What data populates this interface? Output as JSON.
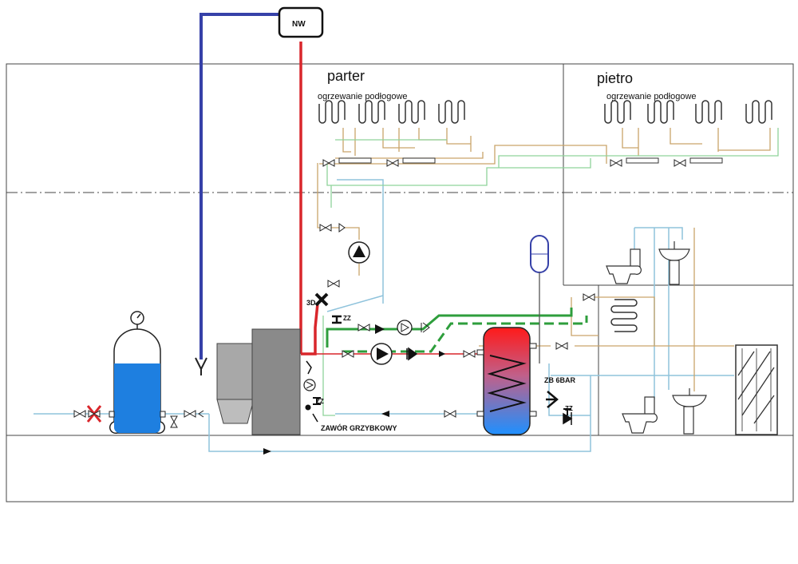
{
  "labels": {
    "nw": "NW",
    "floor_ground": "parter",
    "floor_upper": "pietro",
    "underfloor_ground": "ogrzewanie podłogowe",
    "underfloor_upper": "ogrzewanie podłogowe",
    "three_way_valve": "3D",
    "zz_1": "ZZ",
    "zz_2": "ZZ",
    "zz_3": "ZZ",
    "safety_valve": "ZB 6BAR",
    "mushroom_valve": "ZAWÓR GRZYBKOWY"
  },
  "colors": {
    "supply_red": "#d9262b",
    "open_vessel_blue": "#3641a8",
    "green_pipe": "#2e9e3c",
    "light_blue_pipe": "#8fc3dc",
    "tan_pipe": "#c9a46a",
    "pale_green_pipe": "#8fd39a",
    "water_blue": "#1e7fe0",
    "boiler_gray": "#999999"
  },
  "icons": {
    "pump": "pump-icon",
    "valve": "ball-valve-icon",
    "check_valve": "check-valve-icon",
    "gauge": "pressure-gauge-icon",
    "radiator": "radiator-coil-icon",
    "toilet": "toilet-icon",
    "sink": "sink-icon",
    "shower": "shower-cabin-icon"
  }
}
